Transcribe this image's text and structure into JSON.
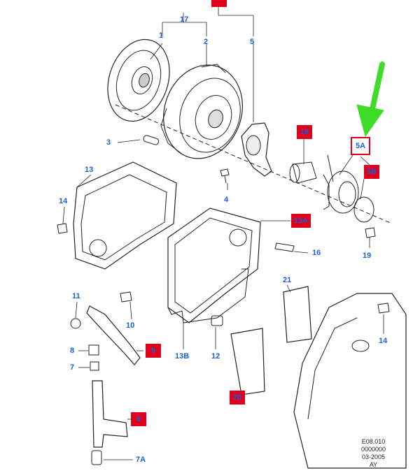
{
  "labels": {
    "l1": "1",
    "l2": "2",
    "l3": "3",
    "l4": "4",
    "l5": "5",
    "l5a": "5A",
    "l7": "7",
    "l7a": "7A",
    "l8": "8",
    "l10": "10",
    "l11": "11",
    "l12": "12",
    "l13": "13",
    "l13b": "13B",
    "l14a": "14",
    "l14b": "14",
    "l16": "16",
    "l17": "17",
    "l19": "19",
    "l21": "21"
  },
  "red_tags": {
    "r_top": "",
    "r18": "18",
    "r5b": "5B",
    "r13a": "13A",
    "r9": "9",
    "r6": "6",
    "r20": "20"
  },
  "reference": {
    "code": "E08.010",
    "number": "0000000",
    "date": "03-2005",
    "suffix": "AY"
  },
  "colors": {
    "label": "#1a5fd6",
    "tag_red": "#e0001b",
    "arrow_green": "#3fdc2a",
    "line": "#222222"
  }
}
